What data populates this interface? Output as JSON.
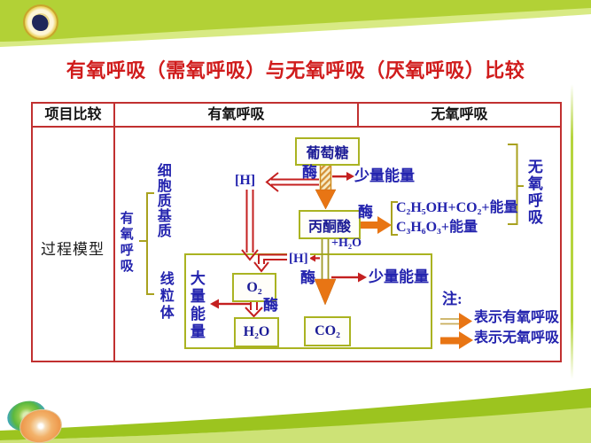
{
  "slide": {
    "title": "有氧呼吸（需氧呼吸）与无氧呼吸（厌氧呼吸）比较"
  },
  "table": {
    "col_headers": [
      "项目比较",
      "有氧呼吸",
      "无氧呼吸"
    ],
    "row_header": "过程模型"
  },
  "diagram": {
    "branch_label": "有氧呼吸",
    "location_labels": {
      "cytosol": "细胞质基质",
      "mitochondrion": "线粒体"
    },
    "nodes": {
      "glucose": "葡萄糖",
      "pyruvate": "丙酮酸",
      "oxygen": "O₂",
      "water": "H₂O",
      "carbon_dioxide": "CO₂"
    },
    "h_carrier": "[H]",
    "plus_water": "+H₂O",
    "enzyme": "酶",
    "small_energy": "少量能量",
    "large_energy": "大量能量",
    "anaerobic_products": [
      "C₂H₅OH+CO₂+能量",
      "C₃H₆O₃+能量"
    ],
    "anaerobic_bracket_label": "无氧呼吸"
  },
  "legend": {
    "note_label": "注:",
    "aerobic": "表示有氧呼吸",
    "anaerobic": "表示无氧呼吸"
  },
  "colors": {
    "title_red": "#d01c1c",
    "table_border_red": "#c13030",
    "box_border_olive": "#aab321",
    "text_blue": "#2323ae",
    "arrow_red": "#c42020",
    "arrow_orange": "#e87514",
    "banner_green": "#b2d136",
    "swoosh_green": "#9cc41f"
  }
}
